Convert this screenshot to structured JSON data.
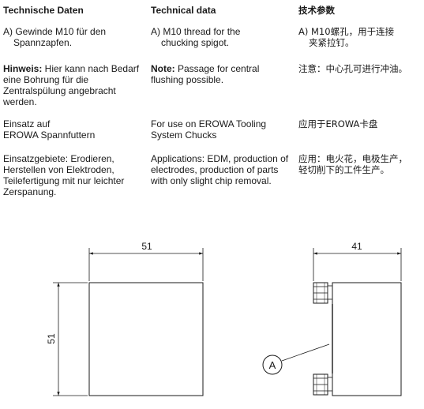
{
  "columns": {
    "de": {
      "heading": "Technische Daten",
      "item_a": "A) Gewinde M10 für den\nSpannzapfen.",
      "note_label": "Hinweis:",
      "note_text": " Hier kann nach Bedarf eine Bohrung für die Zentralspülung angebracht werden.",
      "use": "Einsatz auf\nEROWA Spannfuttern",
      "applications": "Einsatzgebiete: Erodieren, Herstellen von Elektroden, Teilefertigung mit nur leichter Zerspanung."
    },
    "en": {
      "heading": "Technical data",
      "item_a": "A) M10 thread for the\nchucking spigot.",
      "note_label": "Note:",
      "note_text": " Passage for central flushing possible.",
      "use": "For use on EROWA Tooling\nSystem Chucks",
      "applications": "Applications: EDM, production of electrodes, production of parts with only slight chip removal."
    },
    "zh": {
      "heading": "技术参数",
      "item_a": "A) M10螺孔，用于连接\n夹紧拉钉。",
      "note": "注意：中心孔可进行冲油。",
      "use": "应用于EROWA卡盘",
      "applications": "应用：电火花，电极生产，\n轻切削下的工件生产。"
    }
  },
  "drawing": {
    "front_width_label": "51",
    "front_height_label": "51",
    "side_width_label": "41",
    "callout_label": "A"
  }
}
